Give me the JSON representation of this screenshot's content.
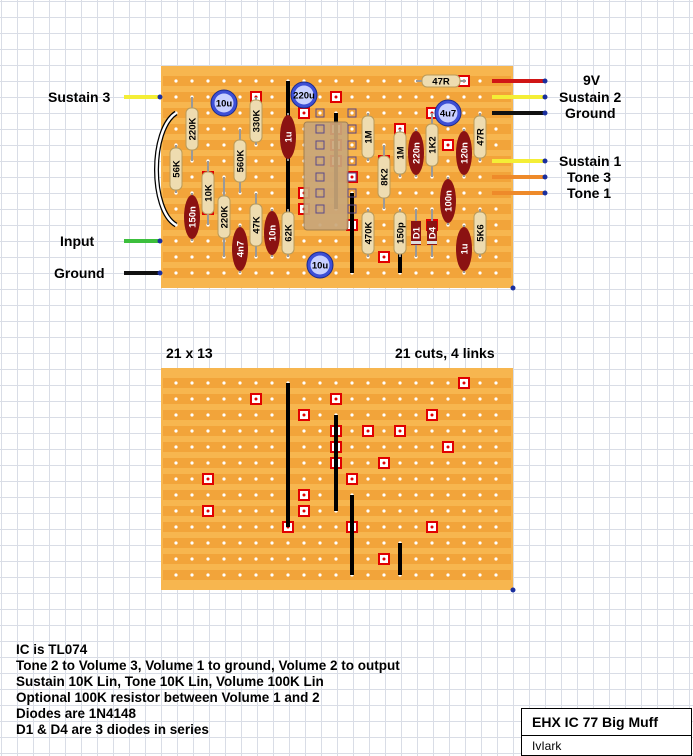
{
  "board_view": {
    "left_labels": {
      "sustain3": "Sustain 3",
      "input": "Input",
      "ground": "Ground"
    },
    "right_labels": {
      "v9": "9V",
      "sustain2": "Sustain 2",
      "ground": "Ground",
      "sustain1": "Sustain 1",
      "tone3": "Tone 3",
      "tone1": "Tone 1"
    },
    "resistors": [
      "47R",
      "220K",
      "56K",
      "10K",
      "220K",
      "330K",
      "560K",
      "47K",
      "62K",
      "1M",
      "8K2",
      "1M",
      "1K2",
      "470K",
      "47R",
      "5K6",
      "150p"
    ],
    "film_caps": [
      "1u",
      "150n",
      "4n7",
      "10n",
      "220n",
      "120n",
      "100n",
      "1u"
    ],
    "electrolytics": [
      "10u",
      "220u",
      "4u7",
      "10u"
    ],
    "diodes": [
      "D1",
      "D4"
    ]
  },
  "cuts_view": {
    "grid_label": "21 x 13",
    "summary_label": "21 cuts, 4 links"
  },
  "notes": [
    "IC is TL074",
    "Tone 2 to Volume 3, Volume 1 to ground, Volume 2 to output",
    "Sustain 10K Lin, Tone 10K Lin, Volume 100K Lin",
    "Optional 100K resistor between Volume 1 and 2",
    "Diodes are 1N4148",
    "D1 & D4 are 3 diodes in series"
  ],
  "title_block": {
    "title": "EHX IC 77 Big Muff",
    "author": "IvIark"
  },
  "colors": {
    "board": "#f7b64f",
    "strip": "#f2a43a",
    "hole": "#ffffff",
    "ic": "#c9a77a",
    "cut": "#e00000",
    "film_cap": "#8b1212",
    "electrolytic": "#3d4fd6",
    "resistor": "#eedcb0"
  }
}
